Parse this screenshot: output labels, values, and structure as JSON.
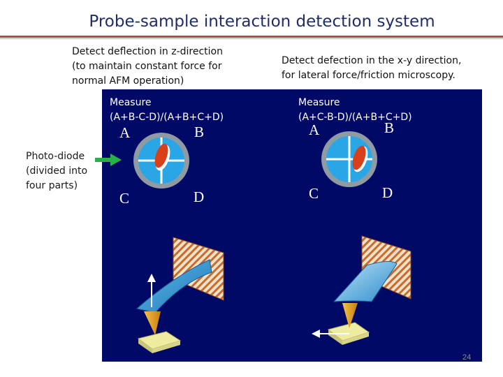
{
  "slide": {
    "title": "Probe-sample interaction detection system",
    "left_heading": [
      "Detect deflection in z-direction",
      "(to maintain constant force for",
      "normal AFM operation)"
    ],
    "right_heading": [
      "Detect defection in the x-y direction,",
      "for lateral force/friction microscopy."
    ],
    "left_measure": [
      "Measure",
      "(A+B-C-D)/(A+B+C+D)"
    ],
    "right_measure": [
      "Measure",
      "(A+C-B-D)/(A+B+C+D)"
    ],
    "photodiode_label": [
      "Photo-diode",
      "(divided into",
      "four parts)"
    ],
    "quadrants": [
      "A",
      "B",
      "C",
      "D"
    ],
    "page_number": "24"
  },
  "colors": {
    "title": "#1f2d6b",
    "panel_background": "#000a66",
    "detector_ring": "#8f9aa3",
    "detector_face": "#2aa6e6",
    "laser_spot": "#d8401a",
    "cantilever": "#3d9fd6",
    "tip": "#e6a21a",
    "sample": "#eeeca0",
    "arrow": "#25b14c"
  }
}
